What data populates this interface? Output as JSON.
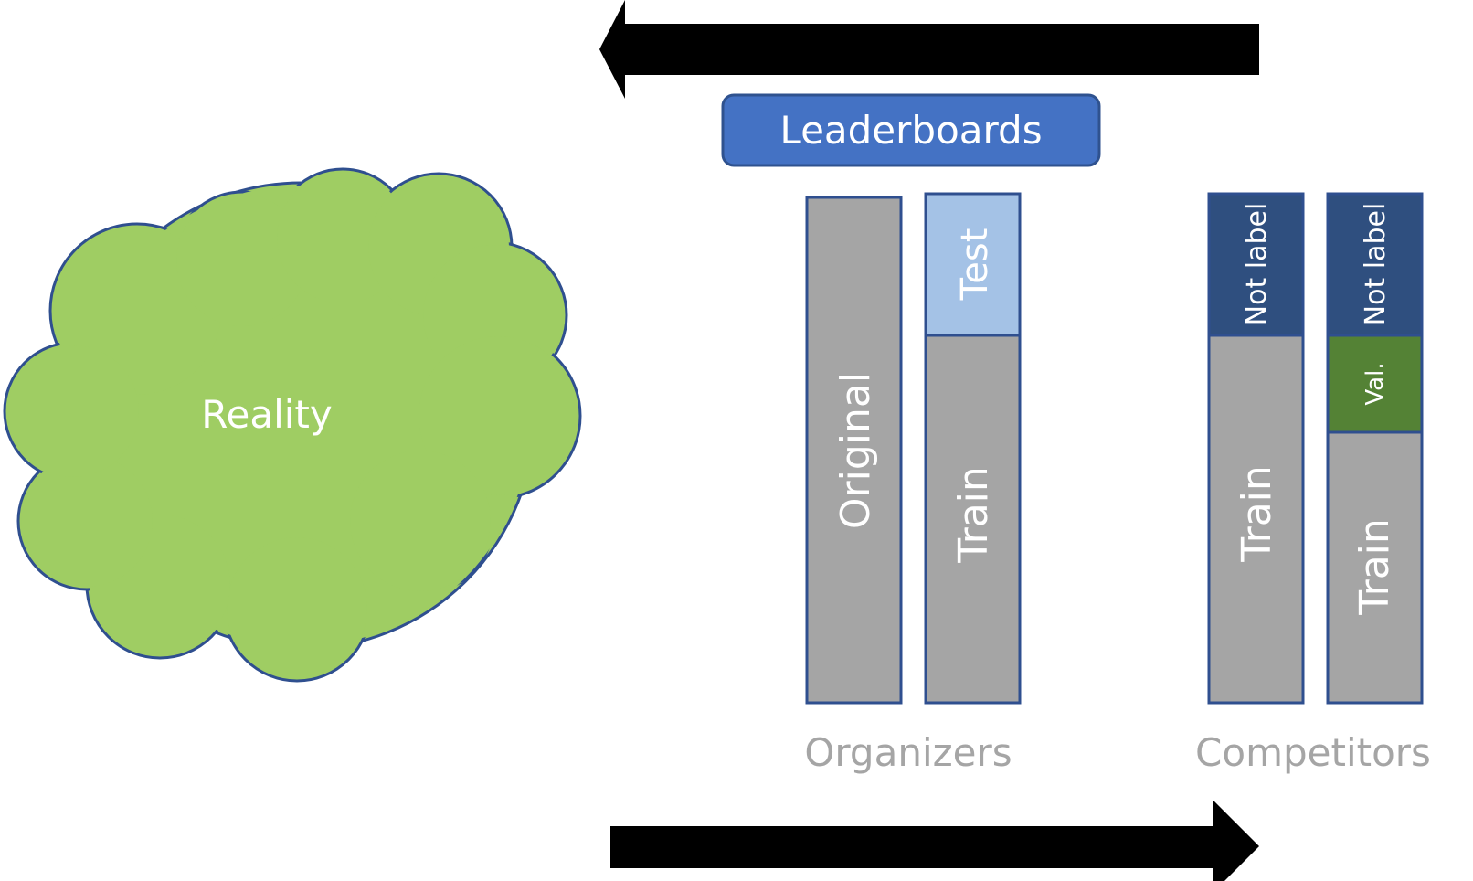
{
  "cloud": {
    "label": "Reality",
    "fill": "#9fcd63",
    "stroke": "#2f4f8f"
  },
  "leaderboards": {
    "label": "Leaderboards",
    "fill": "#4472c4",
    "stroke": "#2f528f"
  },
  "organizers": {
    "caption": "Organizers",
    "original_label": "Original",
    "test_label": "Test",
    "train_label": "Train"
  },
  "competitors": {
    "caption": "Competitors",
    "not_label_1": "Not label",
    "train_label_1": "Train",
    "not_label_2": "Not label",
    "validation_label": "Val.",
    "train_label_2": "Train"
  },
  "colors": {
    "gray_bar": "#a5a5a5",
    "test_blue": "#a4c2e6",
    "not_label_navy": "#2f4f7f",
    "validation_green": "#548235",
    "outline": "#2f4f8f",
    "caption_gray": "#a5a5a5",
    "arrow": "#000000"
  },
  "arrows": {
    "top_direction": "left",
    "bottom_direction": "right"
  }
}
